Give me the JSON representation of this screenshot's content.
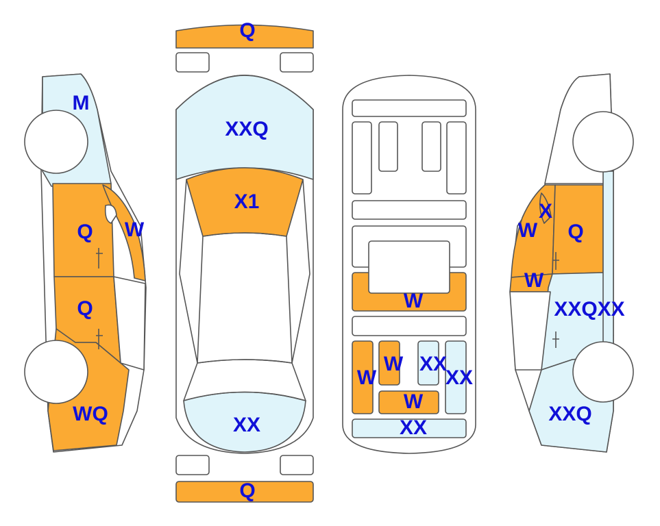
{
  "colors": {
    "orange": "#FBAA33",
    "light_blue": "#DFF4FA",
    "white": "#FFFFFF",
    "outline": "#555555",
    "label": "#1010D8"
  },
  "views": {
    "left_side": {
      "rear_fender": "M",
      "rear_door": "Q",
      "rear_window": "W",
      "front_door": "Q",
      "front_fender": "WQ"
    },
    "top": {
      "rear_bumper": "Q",
      "trunk_lid": "XXQ",
      "rear_glass": "X1",
      "hood": "XX",
      "front_bumper": "Q"
    },
    "underbody": {
      "center_panel": "W",
      "left_rail": "W",
      "left_inner": "W",
      "front_cross": "W",
      "right_inner": "XX",
      "right_rail": "XX",
      "front_apron": "XX"
    },
    "right_side": {
      "pillar": "X",
      "front_window": "W",
      "front_door": "Q",
      "rear_window": "W",
      "rear_door": "XXQXX",
      "front_fender": "XXQ"
    }
  }
}
